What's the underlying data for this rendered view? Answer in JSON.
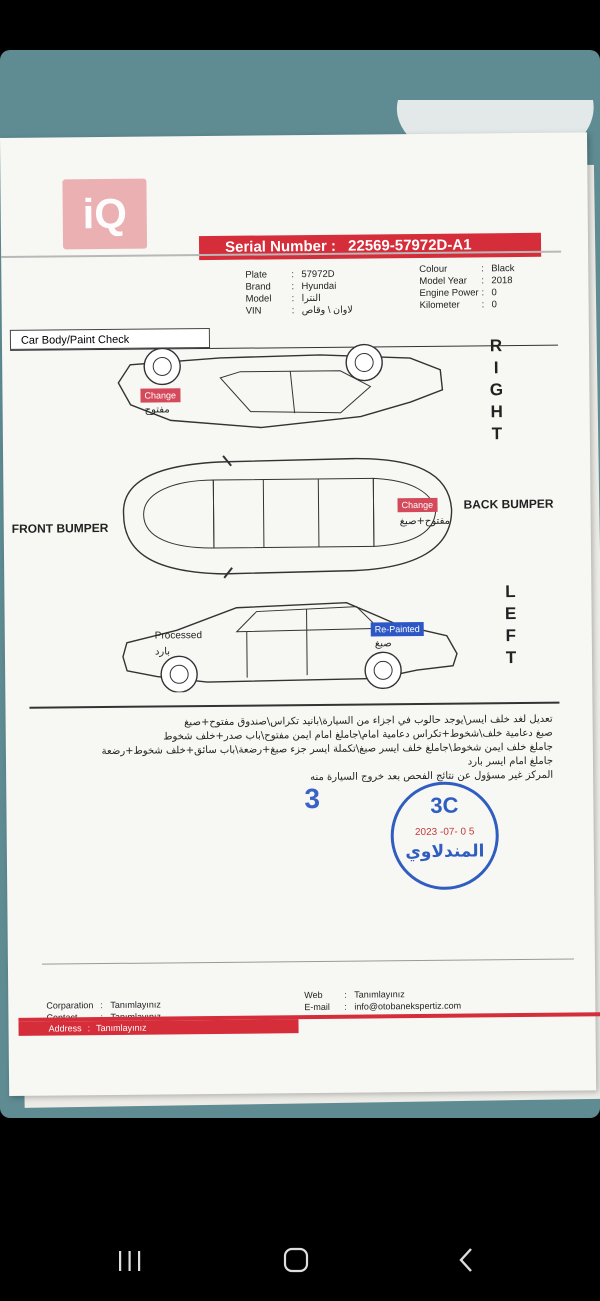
{
  "header": {
    "serial_label": "Serial Number :",
    "serial_value": "22569-57972D-A1"
  },
  "vehicle_left": [
    {
      "key": "Plate",
      "value": "57972D"
    },
    {
      "key": "Brand",
      "value": "Hyundai"
    },
    {
      "key": "Model",
      "value": "النترا"
    },
    {
      "key": "VIN",
      "value": "لاوان \\ وقاص"
    }
  ],
  "vehicle_right": [
    {
      "key": "Colour",
      "value": "Black"
    },
    {
      "key": "Model Year",
      "value": "2018"
    },
    {
      "key": "Engine Power",
      "value": "0"
    },
    {
      "key": "Kilometer",
      "value": "0"
    }
  ],
  "section_title": "Car Body/Paint Check",
  "sides": {
    "right": [
      "R",
      "I",
      "G",
      "H",
      "T"
    ],
    "left": [
      "L",
      "E",
      "F",
      "T"
    ],
    "front": "FRONT BUMPER",
    "back": "BACK BUMPER"
  },
  "damage_tags": {
    "right_change": "Change",
    "right_change_ar": "مفتوح",
    "top_change": "Change",
    "top_change_ar": "مفتوح+صبغ",
    "left_processed": "Processed",
    "left_processed_ar": "بارد",
    "left_repainted": "Re-Painted",
    "left_repainted_ar": "صبغ"
  },
  "notes": [
    "تعديل لغد خلف ايسر\\يوجد حالوب في اجزاء من السيارة\\بانيد تكراس\\صندوق مفتوح+صبغ",
    "صبغ دعامية خلف\\شخوط+تكراس دعامية امام\\جاملغ امام ايمن مفتوح\\باب صدر+خلف شخوط",
    "جاملغ خلف ايمن شخوط\\جاملغ خلف ايسر صبغ\\تكملة ايسر جزء صبغ+رضعة\\باب سائق+خلف شخوط+رضعة",
    "جاملغ امام ايسر بارد",
    "المركز غير مسؤول عن نتائج الفحص بعد خروج السيارة منه"
  ],
  "hand_mark": "3",
  "stamp": {
    "code": "3C",
    "date": "2023 -07- 0 5",
    "name": "المندلاوي"
  },
  "footer_left": [
    {
      "key": "Corparation",
      "value": "Tanımlayınız"
    },
    {
      "key": "Contact",
      "value": "Tanımlayınız"
    }
  ],
  "footer_right": [
    {
      "key": "Web",
      "value": "Tanımlayınız"
    },
    {
      "key": "E-mail",
      "value": "info@otobanekspertiz.com"
    }
  ],
  "address": {
    "key": "Address",
    "value": "Tanımlayınız"
  },
  "logo_text": "iQ",
  "colors": {
    "accent": "#d52d3a",
    "stamp": "#2f5dc0",
    "tag_red": "#d44a5a",
    "tag_blue": "#2d57c4"
  },
  "nav": [
    "recent-apps-icon",
    "home-icon",
    "back-icon"
  ]
}
